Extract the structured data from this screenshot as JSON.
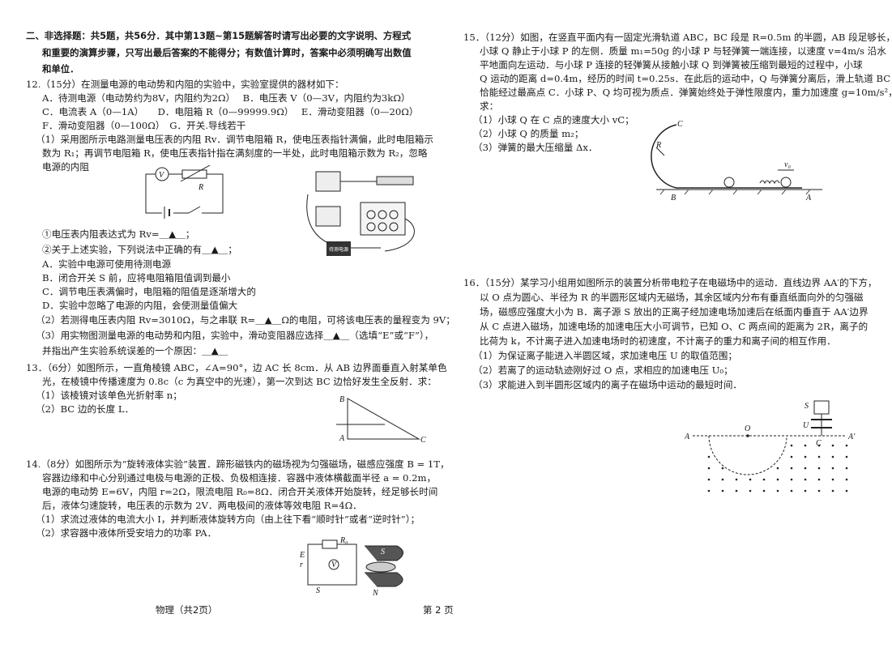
{
  "section_header": [
    "二、非选择题：共5题，共56分．其中第13题~第15题解答时请写出必要的文字说明、方程式",
    "和重要的演算步骤，只写出最后答案的不能得分；有数值计算时，答案中必须明确写出数值",
    "和单位．"
  ],
  "q12": {
    "stem": "12.（15分）在测量电源的电动势和内阻的实验中，实验室提供的器材如下：",
    "options": [
      "A．待测电源（电动势约为8V，内阻约为2Ω）　 B．电压表 V（0—3V，内阻约为3kΩ）",
      "C．电流表 A（0—1A）　　D．电阻箱 R（0—99999.9Ω）　 E．滑动变阻器（0—20Ω）",
      "F．滑动变阻器（0—100Ω）　G．开关.导线若干"
    ],
    "part1": [
      "（1）采用图所示电路测量电压表的内阻 Rv．调节电阻箱 R，使电压表指针满偏，此时电阻箱示",
      "数为 R₁；再调节电阻箱 R，使电压表指针指在满刻度的一半处，此时电阻箱示数为 R₂，忽略",
      "电源的内阻"
    ],
    "sub1": "①电压表内阻表达式为 Rv=＿▲＿；",
    "sub2": "②关于上述实验，下列说法中正确的有＿▲＿；",
    "choices": [
      "A．实验中电源可使用待测电源",
      "B．闭合开关 S 前，应将电阻箱阻值调到最小",
      "C．调节电压表满偏时，电阻箱的阻值是逐渐增大的",
      "D．实验中忽略了电源的内阻，会使测量值偏大"
    ],
    "part2": "（2）若测得电压表内阻 Rv=3010Ω，与之串联 R=＿▲＿Ω的电阻，可将该电压表的量程变为 9V；",
    "part3": [
      "（3）用实物图测量电源的电动势和内阻，实验中，滑动变阻器应选择＿▲＿（选填“E”或“F”），",
      "并指出产生实验系统误差的一个原因：＿▲＿"
    ],
    "diagram_labels": {
      "voltmeter": "V",
      "resistor": "R",
      "switch": "S",
      "battery": "待测电源"
    }
  },
  "q13": {
    "lines": [
      "13．（6分）如图所示，一直角棱镜 ABC，∠A=90°，边 AC 长 8cm．从 AB 边界面垂直入射某单色",
      "光，在棱镜中传播速度为 0.8c（c 为真空中的光速），第一次到达 BC 边恰好发生全反射．求：",
      "（1）该棱镜对该单色光折射率 n；",
      "（2）BC 边的长度 L．"
    ],
    "diagram_labels": {
      "a": "A",
      "b": "B",
      "c": "C"
    }
  },
  "q14": {
    "lines": [
      "14.（8分）如图所示为“旋转液体实验”装置．蹄形磁铁内的磁场视为匀强磁场，磁感应强度 B = 1T，",
      "容器边缘和中心分别通过电极与电源的正极、负极相连接．容器中液体横截面半径 a = 0.2m，",
      "电源的电动势 E=6V，内阻 r=2Ω，限流电阻 R₀=8Ω．闭合开关液体开始旋转，经足够长时间",
      "后，液体匀速旋转，电压表的示数为 2V．两电极间的液体等效电阻 R=4Ω．",
      "（1）求流过液体的电流大小 I，并判断液体旋转方向（由上往下看“顺时针”或者“逆时针”）；",
      "（2）求容器中液体所受安培力的功率 PA．"
    ],
    "diagram_labels": {
      "r0": "R₀",
      "e": "E",
      "r": "r",
      "v": "V",
      "s": "S",
      "south": "S",
      "north": "N"
    }
  },
  "q15": {
    "lines": [
      "15．（12分）如图，在竖直平面内有一固定光滑轨道 ABC，BC 段是 R=0.5m 的半圆，AB 段足够长，",
      "小球 Q 静止于小球 P 的左侧．质量 m₁=50g 的小球 P 与轻弹簧一端连接，以速度 v=4m/s 沿水",
      "平地面向左运动．与小球 P 连接的轻弹簧从接触小球 Q 到弹簧被压缩到最短的过程中，小球",
      "Q 运动的距离 d=0.4m，经历的时间 t=0.25s．在此后的运动中，Q 与弹簧分离后，滑上轨道 BC，",
      "恰能经过最高点 C．小球 P、Q 均可视为质点．弹簧始终处于弹性限度内，重力加速度 g=10m/s²，",
      "求：",
      "（1）小球 Q 在 C 点的速度大小 vC；",
      "（2）小球 Q 的质量 m₂；",
      "（3）弹簧的最大压缩量 Δx．"
    ],
    "diagram_labels": {
      "c": "C",
      "r": "R",
      "v0": "v₀",
      "b": "B",
      "a": "A"
    }
  },
  "q16": {
    "lines": [
      "16．（15分）某学习小组用如图所示的装置分析带电粒子在电磁场中的运动．直线边界 AA′的下方，",
      "以 O 点为圆心、半径为 R 的半圆形区域内无磁场，其余区域内分布有垂直纸面向外的匀强磁",
      "场，磁感应强度大小为 B．离子源 S 放出的正离子经加速电场加速后在纸面内垂直于 AA′边界",
      "从 C 点进入磁场，加速电场的加速电压大小可调节，已知 O、C 两点间的距离为 2R，离子的",
      "比荷为 k，不计离子进入加速电场时的初速度，不计离子的重力和离子间的相互作用．",
      "（1）为保证离子能进入半圆区域，求加速电压 U 的取值范围；",
      "（2）若离了的运动轨迹刚好过 O 点，求相应的加速电压 U₀；",
      "（3）求能进入到半圆形区域内的离子在磁场中运动的最短时间．"
    ],
    "diagram_labels": {
      "a": "A",
      "o": "O",
      "u": "U",
      "c": "C",
      "a2": "A′",
      "s": "S"
    }
  },
  "footer": {
    "left": "物理（共2页）",
    "right": "第 2 页"
  }
}
